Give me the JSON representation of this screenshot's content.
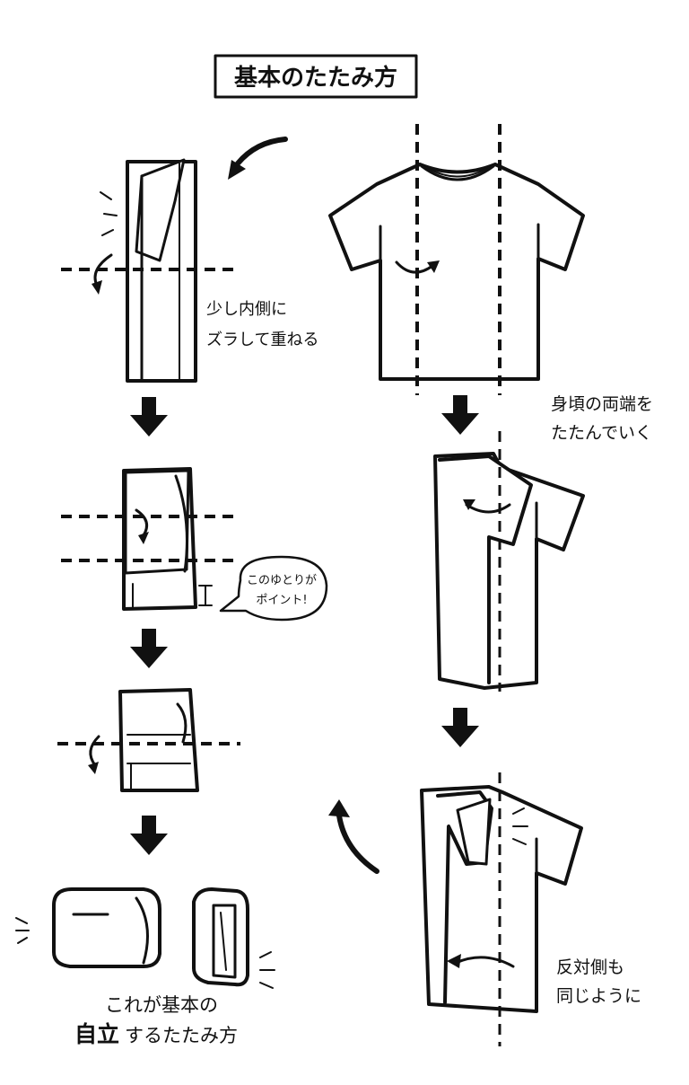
{
  "title": "基本のたたみ方",
  "notes": {
    "step_left_1_line1": "少し内側に",
    "step_left_1_line2": "ズラして重ねる",
    "step_right_1_line1": "身頃の両端を",
    "step_right_1_line2": "たたんでいく",
    "callout_line1": "このゆとりが",
    "callout_line2": "ポイント!",
    "step_right_3_line1": "反対側も",
    "step_right_3_line2": "同じように",
    "result_line1": "これが基本の",
    "result_line2_bold": "自立",
    "result_line2_rest": "するたたみ方"
  },
  "icons": {
    "step_arrow": "down-arrow-icon",
    "curved_arrow": "curved-arrow-icon",
    "fold_arrow": "fold-arrow-icon"
  },
  "colors": {
    "ink": "#111111",
    "paper": "#ffffff"
  }
}
